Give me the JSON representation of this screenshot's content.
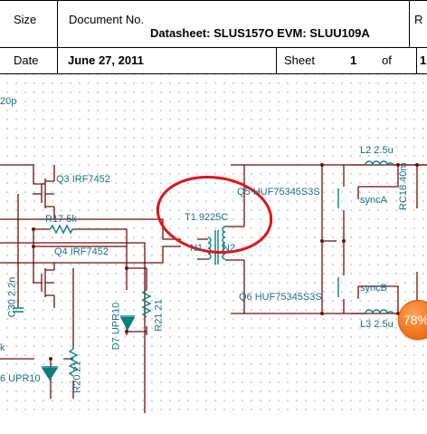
{
  "title_block": {
    "size_label": "Size",
    "doc_label": "Document No.",
    "doc_value": "Datasheet: SLUS157O EVM: SLUU109A",
    "date_label": "Date",
    "date_value": "June 27, 2011",
    "sheet_label": "Sheet",
    "sheet_num": "1",
    "of_label": "of",
    "sheet_total": "1",
    "rev_partial": "R"
  },
  "schematic": {
    "labels": {
      "cap_top_left": "20p",
      "q3": "Q3 IRF7452",
      "r17": "R17 5k",
      "q4": "Q4 IRF7452",
      "c30": "C30 2.2n",
      "k_partial": "k",
      "d6_partial": "6 UPR10",
      "r20": "R20 21",
      "d7": "D7 UPR10",
      "r21": "R21 21",
      "t1": "T1 9225C",
      "n1": "N1",
      "n2": "N2",
      "q5": "Q5 HUF75345S3S",
      "q6": "Q6 HUF75345S3S",
      "synca": "syncA",
      "syncb": "syncB",
      "l2": "L2 2.5u",
      "l3": "L3 2.5u",
      "rc18_partial": "RC18 40m"
    },
    "colors": {
      "wire": "#6e0f0f",
      "component": "#0b7f7f",
      "label": "#1a6f80",
      "annotation": "#e0141a"
    }
  },
  "zoom_badge": {
    "label": "78%"
  }
}
